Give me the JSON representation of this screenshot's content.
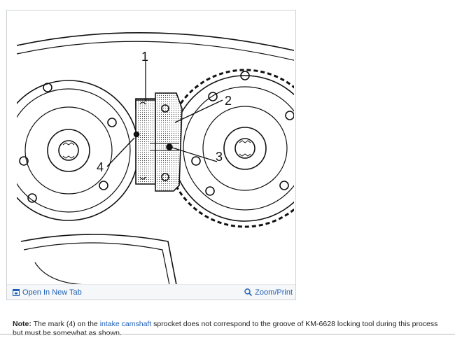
{
  "figure": {
    "callouts": [
      "1",
      "2",
      "3",
      "4"
    ],
    "actions": {
      "open_new_tab": "Open In New Tab",
      "zoom_print": "Zoom/Print"
    }
  },
  "note": {
    "label": "Note:",
    "text_before": " The mark (4) on the ",
    "link_text": "intake camshaft",
    "text_after": " sprocket does not correspond to the groove of KM-6628 locking tool during this process but must be somewhat as shown."
  },
  "colors": {
    "link": "#1c5fb6",
    "border": "#cfd3d6"
  },
  "icons": [
    "new-tab-icon",
    "zoom-icon"
  ]
}
